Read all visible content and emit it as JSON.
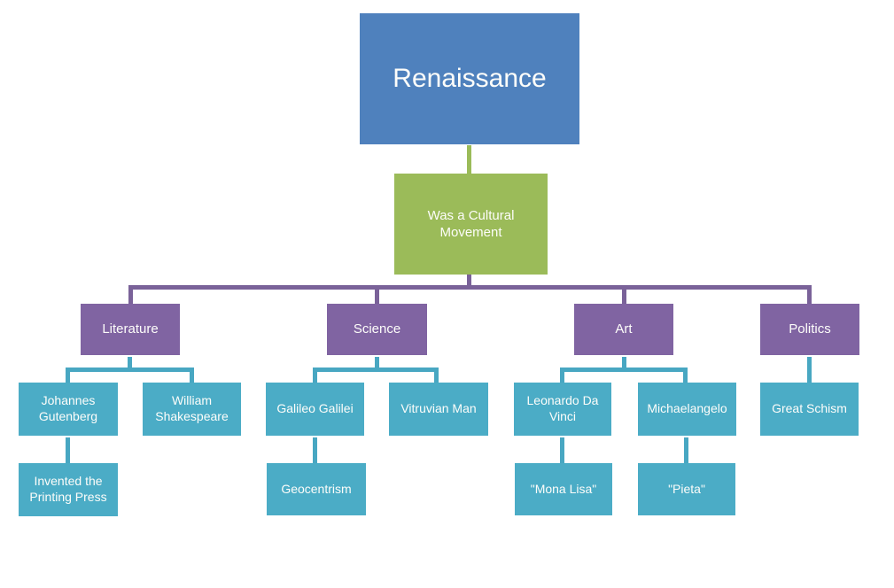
{
  "diagram": {
    "type": "hierarchy-org-chart",
    "colors": {
      "root_blue": "#4f81bd",
      "movement_green": "#9bbb59",
      "branch_purple": "#8064a2",
      "leaf_teal": "#4bacc6",
      "connector_purple": "#7a6299",
      "connector_teal": "#48a7c2",
      "connector_green": "#9bbb59",
      "background": "#ffffff",
      "text": "#ffffff"
    },
    "nodes": {
      "renaissance": {
        "label": "Renaissance",
        "level": 1,
        "parent": null,
        "color": "#4f81bd"
      },
      "cultural_movement": {
        "label": "Was a Cultural Movement",
        "level": 2,
        "parent": "renaissance",
        "color": "#9bbb59"
      },
      "literature": {
        "label": "Literature",
        "level": 3,
        "parent": "cultural_movement",
        "color": "#8064a2"
      },
      "science": {
        "label": "Science",
        "level": 3,
        "parent": "cultural_movement",
        "color": "#8064a2"
      },
      "art": {
        "label": "Art",
        "level": 3,
        "parent": "cultural_movement",
        "color": "#8064a2"
      },
      "politics": {
        "label": "Politics",
        "level": 3,
        "parent": "cultural_movement",
        "color": "#8064a2"
      },
      "johannes_gutenberg": {
        "label": "Johannes Gutenberg",
        "level": 4,
        "parent": "literature",
        "color": "#4bacc6"
      },
      "william_shakespeare": {
        "label": "William Shakespeare",
        "level": 4,
        "parent": "literature",
        "color": "#4bacc6"
      },
      "galileo_galilei": {
        "label": "Galileo Galilei",
        "level": 4,
        "parent": "science",
        "color": "#4bacc6"
      },
      "vitruvian_man": {
        "label": "Vitruvian Man",
        "level": 4,
        "parent": "science",
        "color": "#4bacc6"
      },
      "leonardo_da_vinci": {
        "label": "Leonardo Da Vinci",
        "level": 4,
        "parent": "art",
        "color": "#4bacc6"
      },
      "michaelangelo": {
        "label": "Michaelangelo",
        "level": 4,
        "parent": "art",
        "color": "#4bacc6"
      },
      "great_schism": {
        "label": "Great Schism",
        "level": 4,
        "parent": "politics",
        "color": "#4bacc6"
      },
      "invented_printing_press": {
        "label": "Invented the Printing Press",
        "level": 5,
        "parent": "johannes_gutenberg",
        "color": "#4bacc6"
      },
      "geocentrism": {
        "label": "Geocentrism",
        "level": 5,
        "parent": "galileo_galilei",
        "color": "#4bacc6"
      },
      "mona_lisa": {
        "label": "\"Mona Lisa\"",
        "level": 5,
        "parent": "leonardo_da_vinci",
        "color": "#4bacc6"
      },
      "pieta": {
        "label": "\"Pieta\"",
        "level": 5,
        "parent": "michaelangelo",
        "color": "#4bacc6"
      }
    }
  }
}
